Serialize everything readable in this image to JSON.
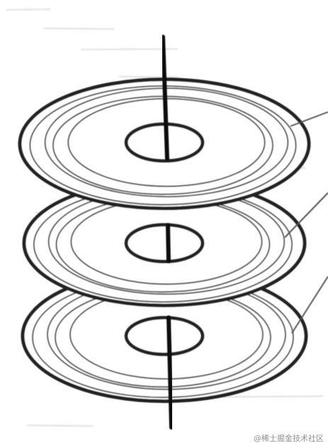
{
  "diagram": {
    "subject": "disk-platter-stack",
    "platter_count": 3,
    "tracks_per_platter": 4,
    "leader_lines_per_platter": 1,
    "colors": {
      "background": "#ffffff",
      "paper_texture": "#d9d9d9",
      "outline": "#222222",
      "track": "#555555",
      "spindle": "#111111",
      "leader": "#555555"
    }
  },
  "watermark": {
    "text": "@稀土掘金技术社区"
  }
}
